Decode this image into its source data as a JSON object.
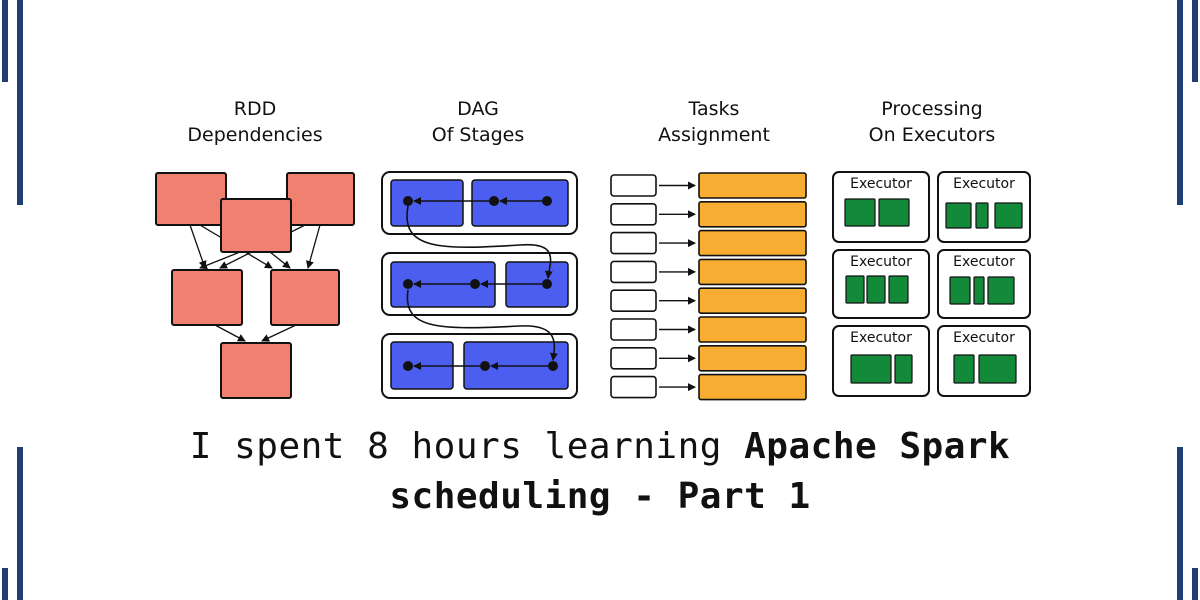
{
  "columns": [
    {
      "line1": "RDD",
      "line2": "Dependencies"
    },
    {
      "line1": "DAG",
      "line2": "Of Stages"
    },
    {
      "line1": "Tasks",
      "line2": "Assignment"
    },
    {
      "line1": "Processing",
      "line2": "On Executors"
    }
  ],
  "executor_label": "Executor",
  "headline": {
    "part1": "I spent 8 hours learning ",
    "bold1": "Apache Spark",
    "bold2": "scheduling - Part 1"
  },
  "colors": {
    "rdd": "#f08070",
    "stage": "#4b5ef0",
    "task": "#f6ad32",
    "executor_core": "#138a3a",
    "frame": "#1f3e74",
    "stroke": "#111111"
  }
}
